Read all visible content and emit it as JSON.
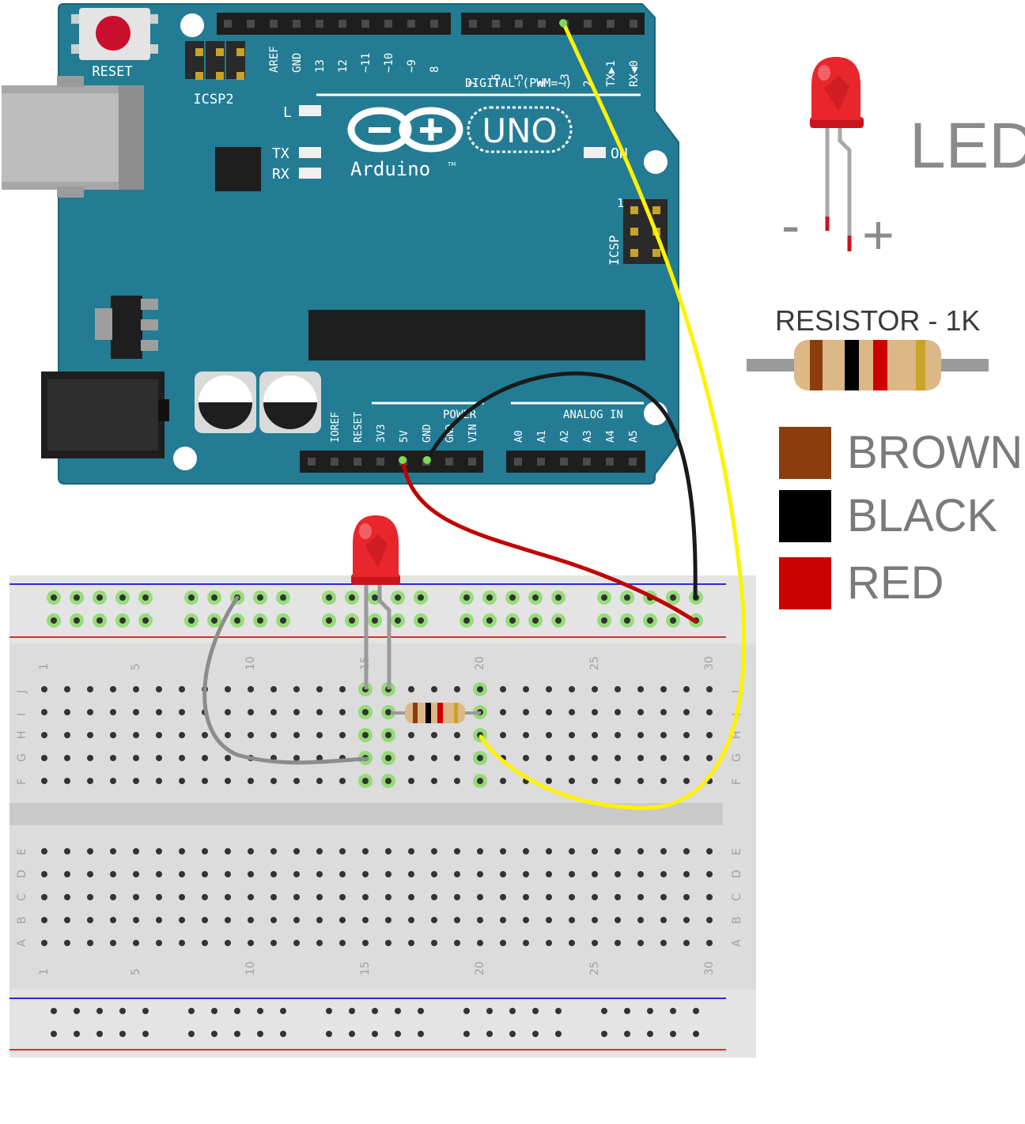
{
  "arduino": {
    "reset_label": "RESET",
    "icsp2_label": "ICSP2",
    "icsp_label": "ICSP",
    "brand": "Arduino",
    "trademark": "TM",
    "model": "UNO",
    "led_l_label": "L",
    "tx_label": "TX",
    "rx_label": "RX",
    "on_label": "ON",
    "pin1_label": "1",
    "digital_label": "DIGITAL (PWM=~)",
    "power_label": "POWER",
    "analog_label": "ANALOG IN",
    "digital_pins_left": [
      "AREF",
      "GND",
      "13",
      "12",
      "~11",
      "~10",
      "~9",
      "8"
    ],
    "digital_pins_right": [
      "7",
      "~6",
      "~5",
      "4",
      "~3",
      "2",
      "TX▶1",
      "RX◀0"
    ],
    "power_pins": [
      "IOREF",
      "RESET",
      "3V3",
      "5V",
      "GND",
      "GND",
      "VIN"
    ],
    "analog_pins": [
      "A0",
      "A1",
      "A2",
      "A3",
      "A4",
      "A5"
    ]
  },
  "breadboard": {
    "column_numbers": [
      "1",
      "5",
      "10",
      "15",
      "20",
      "25",
      "30"
    ],
    "top_row_letters": [
      "J",
      "I",
      "H",
      "G",
      "F"
    ],
    "bottom_row_letters": [
      "E",
      "D",
      "C",
      "B",
      "A"
    ]
  },
  "legend": {
    "led_title": "LED",
    "minus": "-",
    "plus": "+",
    "resistor_title": "RESISTOR - 1K",
    "bands": [
      {
        "label": "BROWN",
        "color": "#8B3E0C"
      },
      {
        "label": "BLACK",
        "color": "#000000"
      },
      {
        "label": "RED",
        "color": "#CC0000"
      }
    ]
  },
  "colors": {
    "board": "#237C94",
    "wire_yellow": "#FFF200",
    "wire_black": "#1A1A1A",
    "wire_red": "#C00000",
    "wire_gray": "#8C8C8C",
    "led_red": "#E8262B",
    "highlight_green": "#7ED957"
  }
}
